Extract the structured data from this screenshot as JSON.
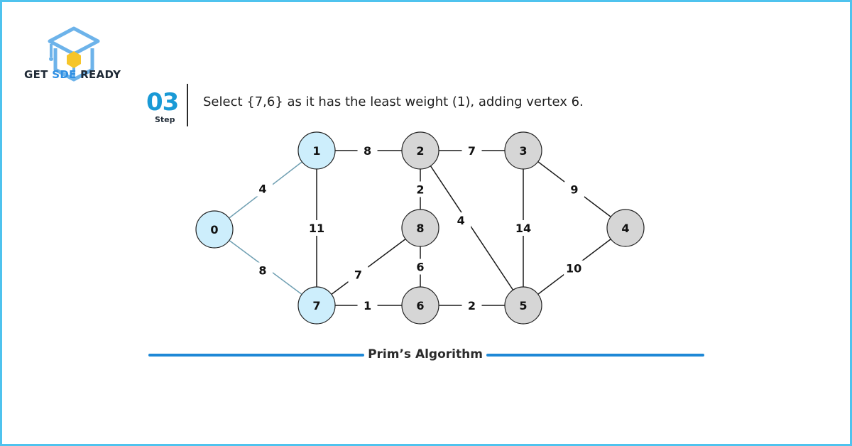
{
  "brand": {
    "prefix": "GET ",
    "accent": "SDE",
    "suffix": " READY",
    "accent_color": "#2f8fe3"
  },
  "step": {
    "number": "03",
    "label": "Step",
    "description": "Select {7,6} as it has the least weight (1), adding vertex 6."
  },
  "caption": "Prim’s Algorithm",
  "colors": {
    "frame": "#4fc3ee",
    "visited": "#cdeefc",
    "unvisited": "#d6d6d6",
    "tree_edge": "#6f9fb2",
    "edge": "#1a1a1a",
    "step_number": "#1a9ad6",
    "caption_line": "#1e88d6"
  },
  "graph": {
    "nodes": [
      {
        "id": "0",
        "visited": true
      },
      {
        "id": "1",
        "visited": true
      },
      {
        "id": "2",
        "visited": false
      },
      {
        "id": "3",
        "visited": false
      },
      {
        "id": "4",
        "visited": false
      },
      {
        "id": "5",
        "visited": false
      },
      {
        "id": "6",
        "visited": false
      },
      {
        "id": "7",
        "visited": true
      },
      {
        "id": "8",
        "visited": false
      }
    ],
    "edges": [
      {
        "from": "0",
        "to": "1",
        "weight": "4",
        "in_tree": true
      },
      {
        "from": "0",
        "to": "7",
        "weight": "8",
        "in_tree": true
      },
      {
        "from": "1",
        "to": "2",
        "weight": "8",
        "in_tree": false
      },
      {
        "from": "1",
        "to": "7",
        "weight": "11",
        "in_tree": false
      },
      {
        "from": "2",
        "to": "3",
        "weight": "7",
        "in_tree": false
      },
      {
        "from": "2",
        "to": "8",
        "weight": "2",
        "in_tree": false
      },
      {
        "from": "2",
        "to": "5",
        "weight": "4",
        "in_tree": false
      },
      {
        "from": "3",
        "to": "4",
        "weight": "9",
        "in_tree": false
      },
      {
        "from": "3",
        "to": "5",
        "weight": "14",
        "in_tree": false
      },
      {
        "from": "4",
        "to": "5",
        "weight": "10",
        "in_tree": false
      },
      {
        "from": "7",
        "to": "8",
        "weight": "7",
        "in_tree": false
      },
      {
        "from": "8",
        "to": "6",
        "weight": "6",
        "in_tree": false
      },
      {
        "from": "7",
        "to": "6",
        "weight": "1",
        "in_tree": false
      },
      {
        "from": "6",
        "to": "5",
        "weight": "2",
        "in_tree": false
      }
    ]
  }
}
